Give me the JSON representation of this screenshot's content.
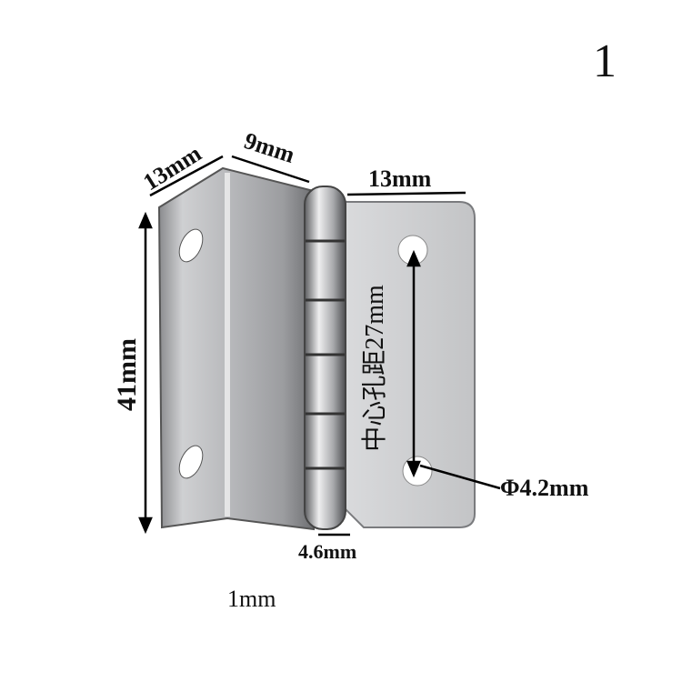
{
  "variant_number": "1",
  "dimensions": {
    "left_leaf_width": "13mm",
    "fold_width": "9mm",
    "right_leaf_width": "13mm",
    "height": "41mm",
    "hole_center_distance": "中心孔距27mm",
    "hole_diameter": "Φ4.2mm",
    "knuckle_diameter": "4.6mm",
    "thickness": "1mm"
  },
  "colors": {
    "metal": "#c9cacc",
    "metal_dark": "#6f7073",
    "text": "#111111"
  }
}
